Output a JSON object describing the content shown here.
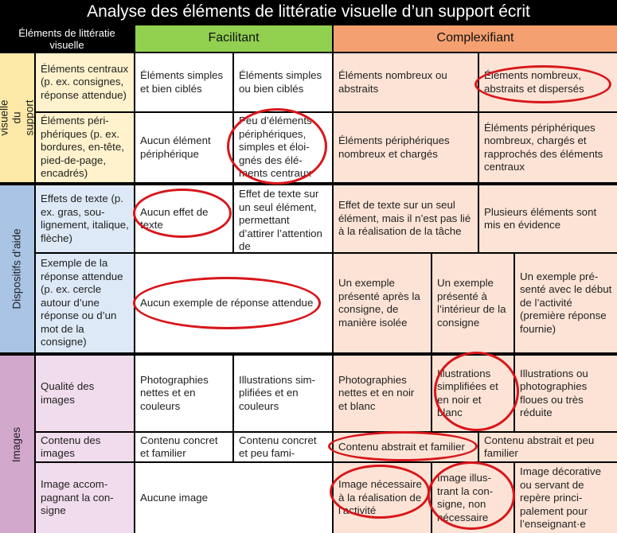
{
  "title": "Analyse des éléments de littératie visuelle d’un support écrit",
  "headers": {
    "elements": "Éléments de littératie visuelle",
    "facilitant": "Facilitant",
    "complexifiant": "Complexifiant"
  },
  "colors": {
    "facilitant_header": "#92d050",
    "complexifiant_header": "#f4a070",
    "complexifiant_cells": "#fde3d5",
    "group_charge": "#fce9a8",
    "group_dispositifs": "#a9c4e4",
    "group_images": "#d2a8cc",
    "annotation_circle": "#d8161b"
  },
  "groups": {
    "charge": "Charge visuelle du support écrit",
    "dispositifs": "Dispositifs d’aide",
    "images": "Images"
  },
  "rows": {
    "centraux": {
      "label": "Éléments cen­traux (p. ex. consignes, ré­ponse attendue)",
      "f1": "Éléments simples et bien ciblés",
      "f2": "Éléments simples ou bien ciblés",
      "c1": "Éléments nombreux ou abstraits",
      "c2": "Éléments nombreux, abstraits et dispersés"
    },
    "peripheriques": {
      "label": "Éléments péri­phériques (p. ex. bordures, en-tête, pied-de-page, encadrés)",
      "f1": "Aucun élément périphérique",
      "f2": "Peu d’éléments périphériques, simples et éloi­gnés des élé­ments centraux",
      "c1": "Éléments périphériques nombreux et chargés",
      "c2": "Éléments périphériques nombreux, chargés et rapprochés des élé­ments centraux"
    },
    "effets": {
      "label": "Effets de texte (p. ex. gras, sou­lignement, ita­lique, flèche)",
      "f1": "Aucun effet de texte",
      "f2": "Effet de texte sur un seul élé­ment, permet­tant d’attirer l’attention de",
      "c1": "Effet de texte sur un seul élément, mais il n’est pas lié à la réalisation de la tâche",
      "c2": "Plusieurs éléments sont mis en évidence"
    },
    "exemple": {
      "label": "Exemple de la réponse atten­due (p. ex. cercle autour d’une réponse ou d’un mot de la consigne)",
      "f": "Aucun exemple de réponse atten­due",
      "c1": "Un exemple présenté après la consigne, de manière isolée",
      "c2": "Un exemple présenté à l’intérieur de la consigne",
      "c3": "Un exemple pré­senté avec le début de l’activi­té (première réponse fournie)"
    },
    "qualite": {
      "label": "Qualité des images",
      "f1": "Photographies nettes et en couleurs",
      "f2": "Illustrations sim­plifiées et en couleurs",
      "c1": "Photographies nettes et en noir et blanc",
      "c2": "Illustrations simplifiées et en noir et blanc",
      "c3": "Illustrations ou photographies floues ou très réduite"
    },
    "contenu": {
      "label": "Contenu des images",
      "f1": "Contenu con­cret et familier",
      "f2": "Contenu con­cret et peu fami-",
      "c1": "Contenu abstrait et fami­lier",
      "c2": "Contenu abstrait et peu familier"
    },
    "accompagnant": {
      "label": "Image accom­pagnant la con­signe",
      "f": "Aucune image",
      "c1": "Image néces­saire à la réalisa­tion de l’activité",
      "c2": "Image illus­trant la con­signe, non nécessaire",
      "c3": "Image décora­tive ou servant de repère princi­palement pour l’enseignant·e"
    }
  }
}
